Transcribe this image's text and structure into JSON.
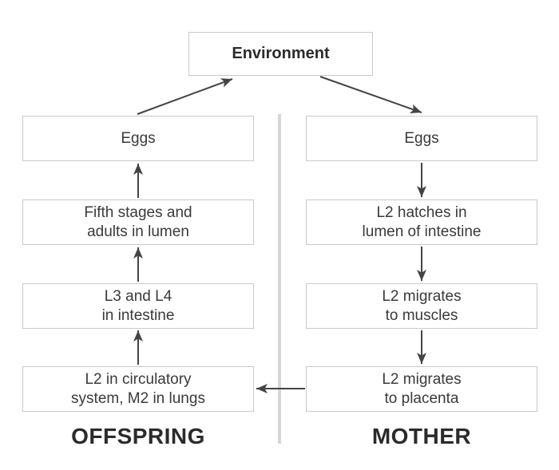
{
  "diagram": {
    "environment": {
      "label": "Environment"
    },
    "columns": {
      "offspring": {
        "label": "OFFSPRING",
        "boxes": [
          {
            "line1": "Eggs",
            "line2": ""
          },
          {
            "line1": "Fifth stages and",
            "line2": "adults in lumen"
          },
          {
            "line1": "L3 and L4",
            "line2": "in intestine"
          },
          {
            "line1": "L2 in circulatory",
            "line2": "system, M2 in lungs"
          }
        ]
      },
      "mother": {
        "label": "MOTHER",
        "boxes": [
          {
            "line1": "Eggs",
            "line2": ""
          },
          {
            "line1": "L2 hatches in",
            "line2": "lumen of intestine"
          },
          {
            "line1": "L2 migrates",
            "line2": "to muscles"
          },
          {
            "line1": "L2 migrates",
            "line2": "to placenta"
          }
        ]
      }
    }
  },
  "colors": {
    "arrow": "#444444",
    "box_border": "#c9c9c9",
    "text": "#3a3a3a",
    "heading": "#2b2b2b",
    "divider": "#d6d6d6",
    "background": "#ffffff"
  }
}
